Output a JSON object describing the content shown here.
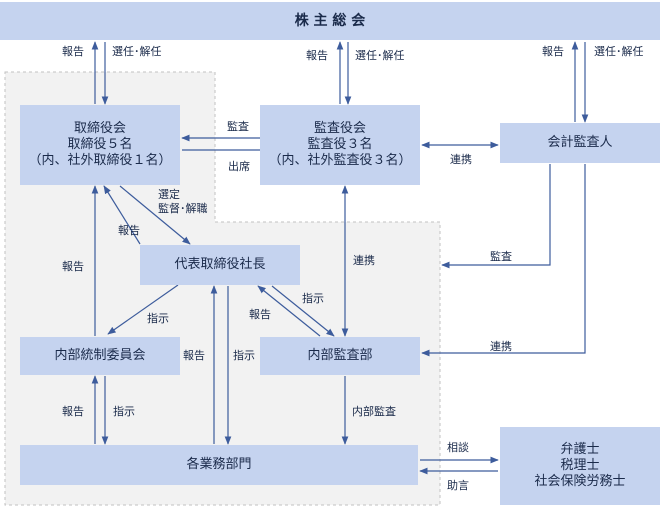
{
  "nodes": {
    "shareholders": "株 主 総 会",
    "board": [
      "取締役会",
      "取締役５名",
      "（内、社外取締役１名）"
    ],
    "auditors": [
      "監査役会",
      "監査役３名",
      "（内、社外監査役３名）"
    ],
    "accounting_auditor": "会計監査人",
    "president": "代表取締役社長",
    "internal_control": "内部統制委員会",
    "internal_audit": "内部監査部",
    "departments": "各業務部門",
    "advisors": [
      "弁護士",
      "税理士",
      "社会保険労務士"
    ]
  },
  "labels": {
    "report": "報告",
    "elect_dismiss": "選任･解任",
    "audit": "監査",
    "attend": "出席",
    "cooperate": "連携",
    "select_supervise_dismiss": [
      "選定",
      "監督･解職"
    ],
    "instruct": "指示",
    "internal_audit_action": "内部監査",
    "consult": "相談",
    "advice": "助言"
  },
  "colors": {
    "box_fill": "#c5d3ef",
    "line": "#3d5c9c",
    "dashed_frame": "#c2c2c2",
    "shade": "#f2f2f2"
  }
}
